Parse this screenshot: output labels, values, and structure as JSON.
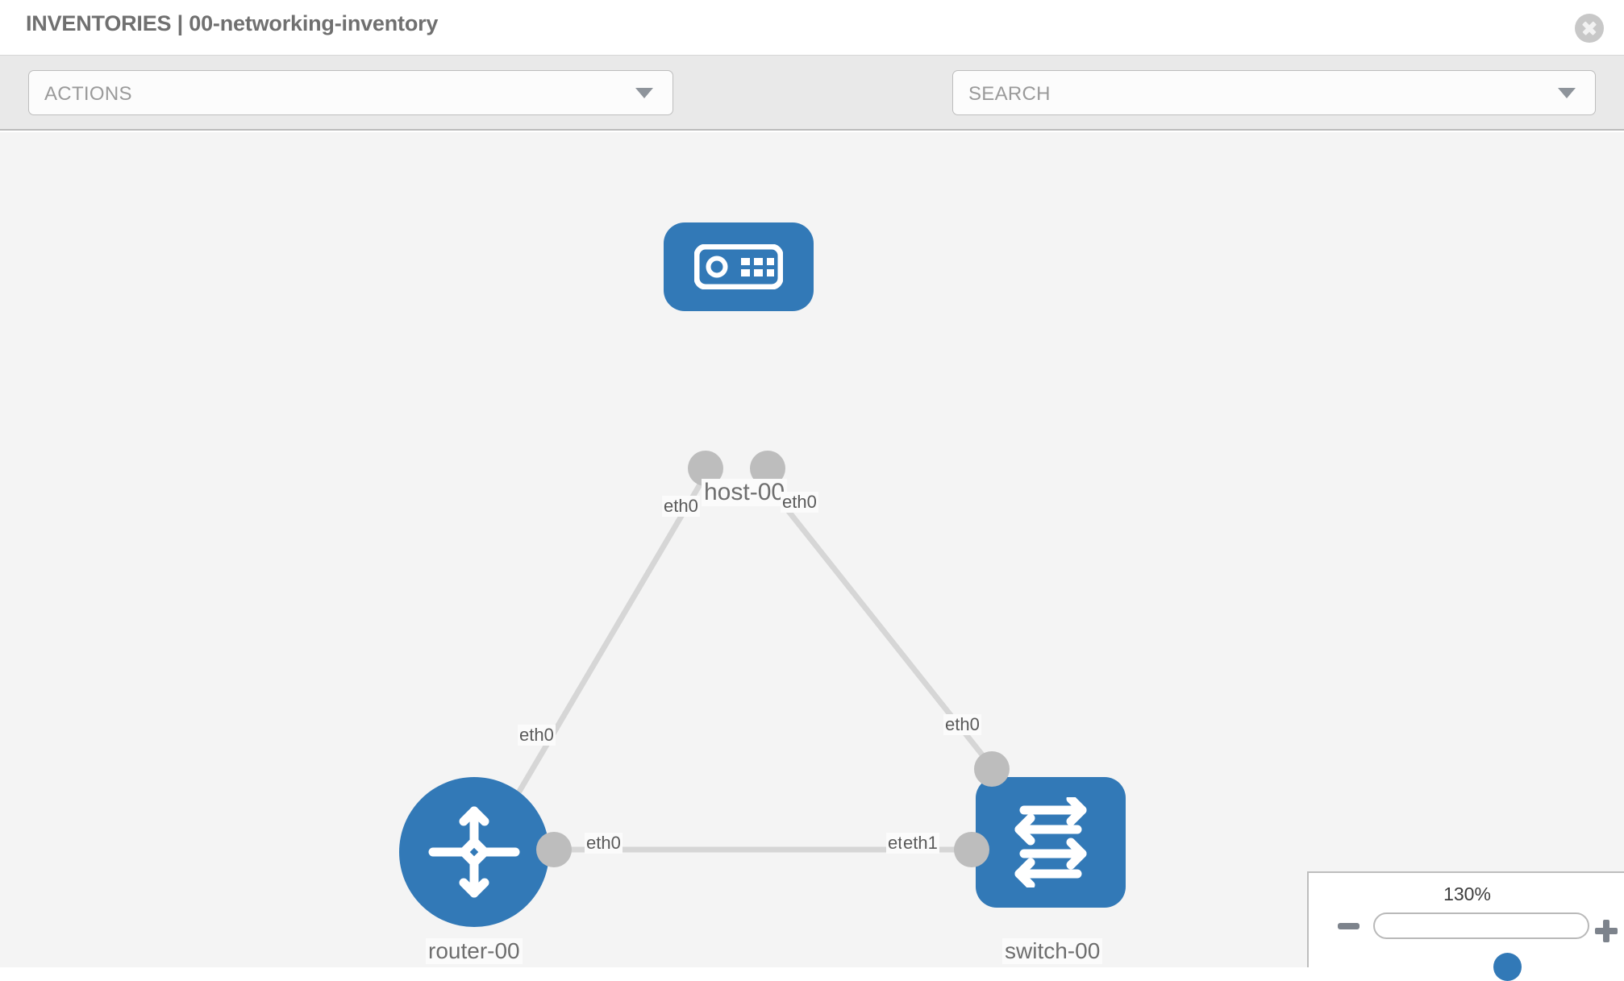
{
  "header": {
    "title": "INVENTORIES | 00-networking-inventory",
    "close_icon": "close-circle-icon"
  },
  "toolbar": {
    "actions_label": "ACTIONS",
    "actions_caret_icon": "chevron-down-icon",
    "wrench_icon": "wrench-icon",
    "key_icon": "key-icon",
    "search_placeholder": "SEARCH",
    "search_caret_icon": "chevron-down-icon"
  },
  "topology": {
    "nodes": [
      {
        "id": "host",
        "label": "host-00",
        "icon": "server-icon"
      },
      {
        "id": "router",
        "label": "router-00",
        "icon": "router-arrows-icon"
      },
      {
        "id": "switch",
        "label": "switch-00",
        "icon": "switch-arrows-icon"
      }
    ],
    "edges": [
      {
        "from": "host",
        "to": "router",
        "from_port": "eth0",
        "to_port": "eth0"
      },
      {
        "from": "host",
        "to": "switch",
        "from_port": "eth0",
        "to_port": "eth0"
      },
      {
        "from": "router",
        "to": "switch",
        "from_port": "eth0",
        "to_port": "eth1"
      }
    ],
    "labels": {
      "host_left_port": "eth0",
      "host_right_port": "eth0",
      "router_up_port": "eth0",
      "switch_up_port": "eth0",
      "router_right_port": "eth0",
      "switch_left_port_a": "eth",
      "switch_left_port_b": "eth1"
    },
    "node_color": "#3279b7",
    "edge_color": "#d6d6d6",
    "port_color": "#bdbdbd"
  },
  "zoom_control": {
    "value": "130%",
    "minus_label": "minus-icon",
    "plus_label": "plus-icon",
    "percent": 63
  }
}
